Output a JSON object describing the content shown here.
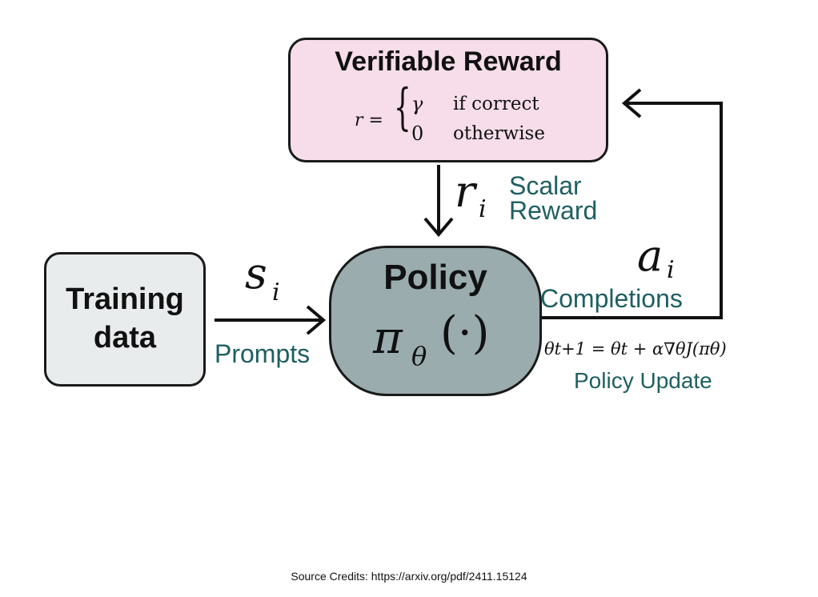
{
  "reward_box": {
    "title": "Verifiable Reward",
    "formula_lhs": "r =",
    "brace": "{",
    "case1_value": "γ",
    "case1_condition": "if correct",
    "case2_value": "0",
    "case2_condition": "otherwise",
    "fill_color": "#f6dde9"
  },
  "training_box": {
    "label_line1": "Training",
    "label_line2": "data",
    "fill_color": "#e9eced"
  },
  "policy_box": {
    "title": "Policy",
    "symbol": "π",
    "subscript": "θ",
    "argument": "(·)",
    "fill_color": "#9aacad"
  },
  "edges": {
    "reward_to_policy": {
      "symbol": "r",
      "subscript": "i",
      "label_line1": "Scalar",
      "label_line2": "Reward"
    },
    "data_to_policy": {
      "symbol": "s",
      "subscript": "i",
      "label": "Prompts"
    },
    "policy_to_reward": {
      "symbol": "a",
      "subscript": "i",
      "label": "Completions",
      "update_equation": "θt+1 = θt + α∇θJ(πθ)",
      "update_label": "Policy Update"
    }
  },
  "source_credits": "Source Credits: https://arxiv.org/pdf/2411.15124",
  "colors": {
    "label_teal": "#1f5f61",
    "stroke": "#111111"
  }
}
